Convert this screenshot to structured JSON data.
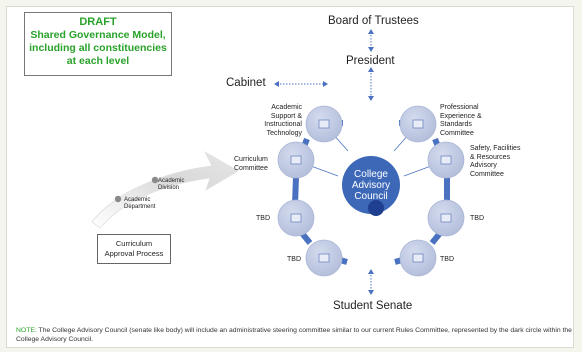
{
  "draft_box": {
    "line1": "DRAFT",
    "line2": "Shared Governance Model,",
    "line3": "including all constituencies",
    "line4": "at each level"
  },
  "top_labels": {
    "board": "Board of Trustees",
    "president": "President",
    "cabinet": "Cabinet",
    "student_senate": "Student Senate"
  },
  "center": {
    "line1": "College",
    "line2": "Advisory",
    "line3": "Council"
  },
  "committees": {
    "academic_support": [
      "Academic",
      "Support &",
      "Instructional",
      "Technology"
    ],
    "professional_experience": [
      "Professional",
      "Experience &",
      "Standards",
      "Committee"
    ],
    "curriculum": [
      "Curriculum",
      "Committee"
    ],
    "safety": [
      "Safety, Facilities",
      "& Resources",
      "Advisory",
      "Committee"
    ],
    "tbd_left_1": "TBD",
    "tbd_right_1": "TBD",
    "tbd_left_2": "TBD",
    "tbd_right_2": "TBD"
  },
  "process": {
    "academic_department": [
      "Academic",
      "Department"
    ],
    "academic_division": [
      "Academic",
      "Division"
    ],
    "caption": [
      "Curriculum",
      "Approval Process"
    ]
  },
  "note": {
    "label": "NOTE:",
    "text": "The College Advisory Council (senate like body) will include an administrative steering committee similar to our current Rules Committee, represented by the dark circle within the College Advisory Council."
  },
  "colors": {
    "draft_green": "#29a22a",
    "node_fill": "#b9c3df",
    "spoke": "#4a72c0",
    "center": "#3d68b8",
    "center_dark": "#1f3f90",
    "arrow": "#7a9bd6"
  }
}
